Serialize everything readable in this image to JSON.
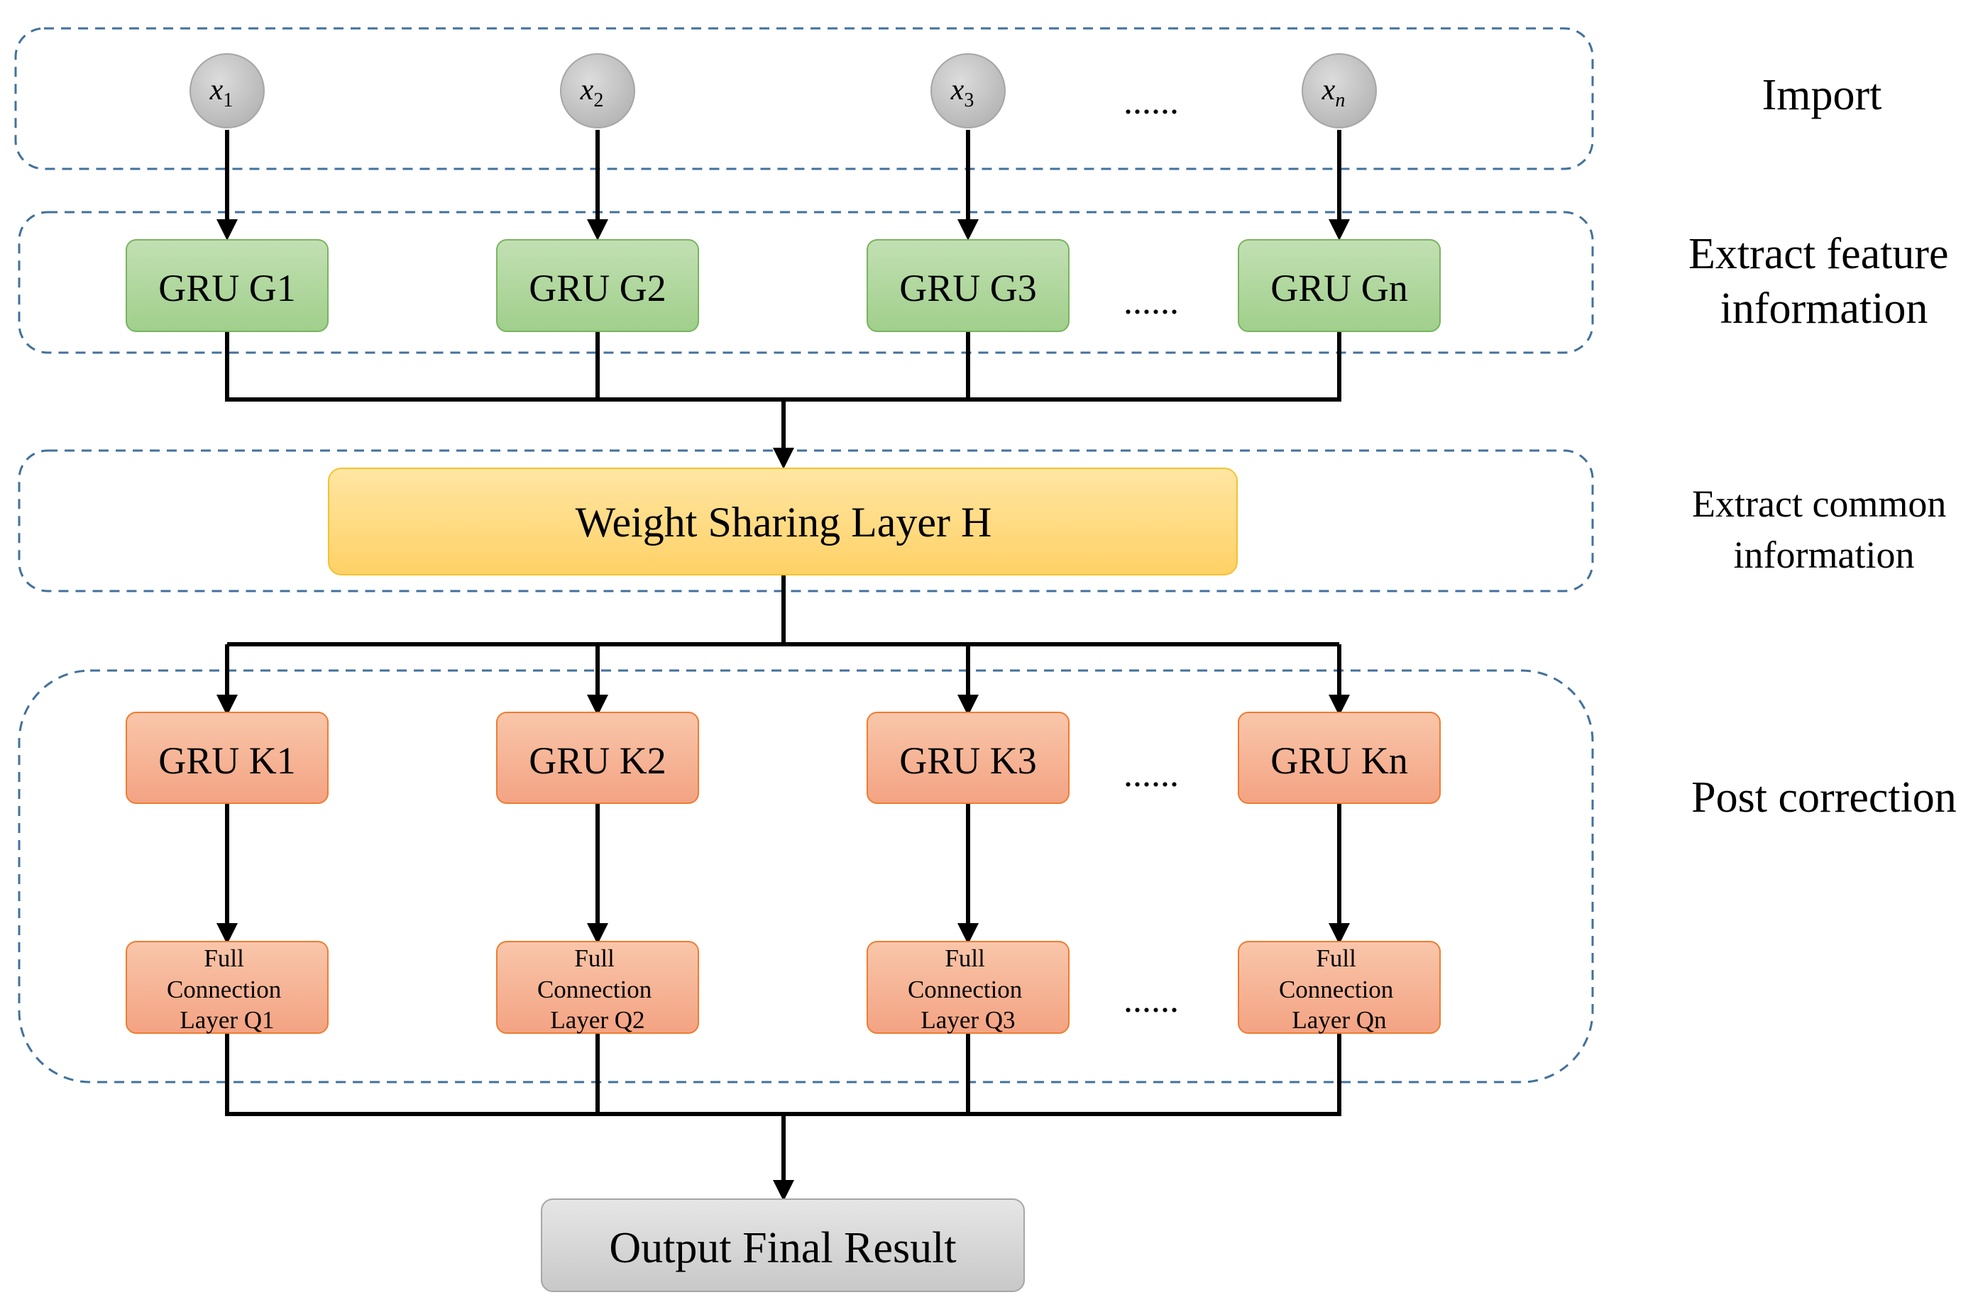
{
  "inputs": [
    {
      "base": "x",
      "sub": "1"
    },
    {
      "base": "x",
      "sub": "2"
    },
    {
      "base": "x",
      "sub": "3"
    },
    {
      "base": "x",
      "sub": "n"
    }
  ],
  "ellipsis": "......",
  "gru_g": [
    "GRU G1",
    "GRU G2",
    "GRU G3",
    "GRU Gn"
  ],
  "weight_sharing": "Weight Sharing Layer H",
  "gru_k": [
    "GRU K1",
    "GRU K2",
    "GRU K3",
    "GRU Kn"
  ],
  "fc_layers": [
    [
      "Full",
      "Connection",
      "Layer Q1"
    ],
    [
      "Full",
      "Connection",
      "Layer Q2"
    ],
    [
      "Full",
      "Connection",
      "Layer Q3"
    ],
    [
      "Full",
      "Connection",
      "Layer Qn"
    ]
  ],
  "output": "Output Final Result",
  "stage_labels": {
    "import": [
      "Import"
    ],
    "extract_feature": [
      "Extract feature",
      "information"
    ],
    "extract_common": [
      "Extract common",
      "information"
    ],
    "post_correction": [
      "Post correction"
    ]
  },
  "colors": {
    "green_top": "#c2e0b3",
    "green_bottom": "#a0cf8b",
    "green_border": "#79b460",
    "yellow_top": "#ffe6a3",
    "yellow_bottom": "#ffd166",
    "yellow_border": "#f2c230",
    "orange_top": "#f9c6aa",
    "orange_bottom": "#f3a383",
    "orange_border": "#ed7d31",
    "gray_top": "#e6e6e6",
    "gray_bottom": "#c8c8c8",
    "gray_border": "#a6a6a6",
    "dash": "#41719c"
  }
}
